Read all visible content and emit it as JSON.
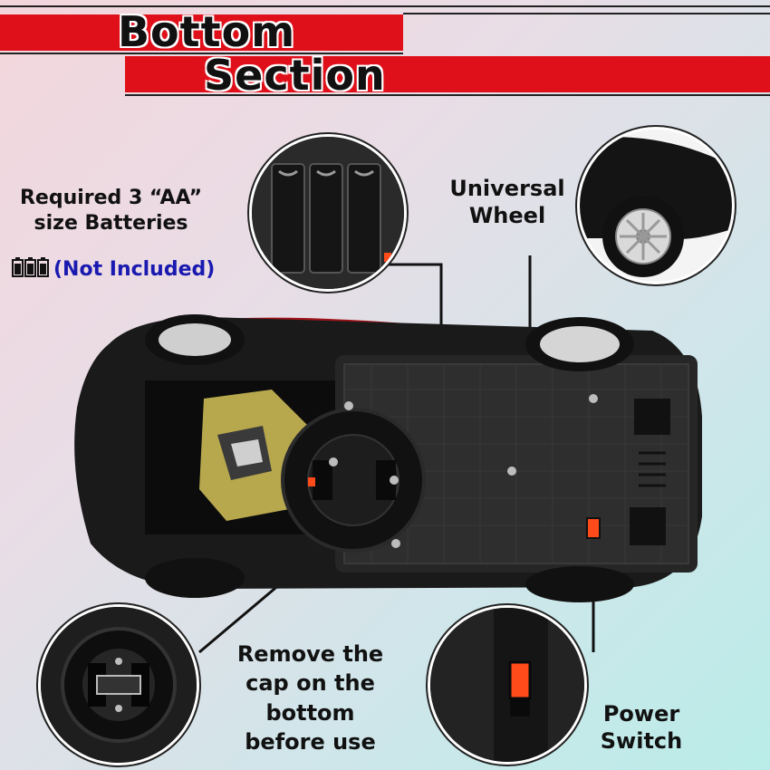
{
  "header": {
    "title_line1": "Bottom",
    "title_line2": "Section"
  },
  "labels": {
    "batteries_line1": "Required 3 “AA”",
    "batteries_line2": "size Batteries",
    "not_included": "(Not Included)",
    "universal_line1": "Universal",
    "universal_line2": "Wheel",
    "remove_line1": "Remove the",
    "remove_line2": "cap on the",
    "remove_line3": "bottom",
    "remove_line4": "before use",
    "power_line1": "Power",
    "power_line2": "Switch"
  },
  "colors": {
    "banner_red": "#e0101a",
    "car_body": "#1a1a1a",
    "car_accent": "#a0141a",
    "robot_gold": "#b7a84e",
    "switch_orange": "#ff4a1a",
    "not_included_blue": "#1a1ab0"
  },
  "icons": [
    "battery-icon"
  ]
}
